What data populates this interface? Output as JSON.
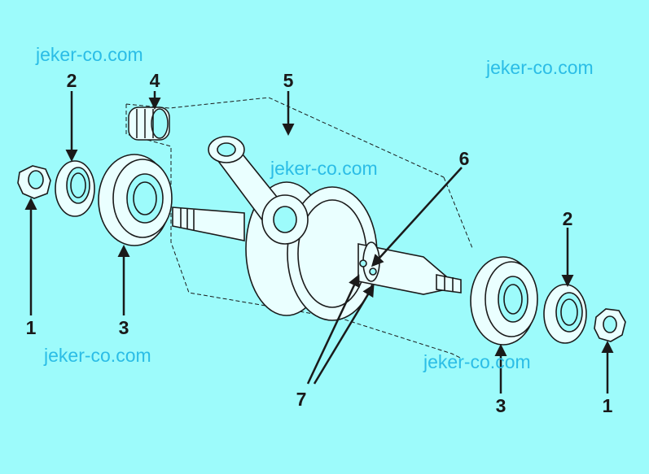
{
  "watermark": {
    "text": "jeker-co.com",
    "color": "#2bbde6"
  },
  "colors": {
    "background": "#9dfbfb",
    "line": "#1a1a1a",
    "part_fill": "#eaffff"
  },
  "callouts": {
    "c1_left": "1",
    "c2_left": "2",
    "c3_left": "3",
    "c4": "4",
    "c5": "5",
    "c6": "6",
    "c7": "7",
    "c2_right": "2",
    "c3_right": "3",
    "c1_right": "1"
  }
}
